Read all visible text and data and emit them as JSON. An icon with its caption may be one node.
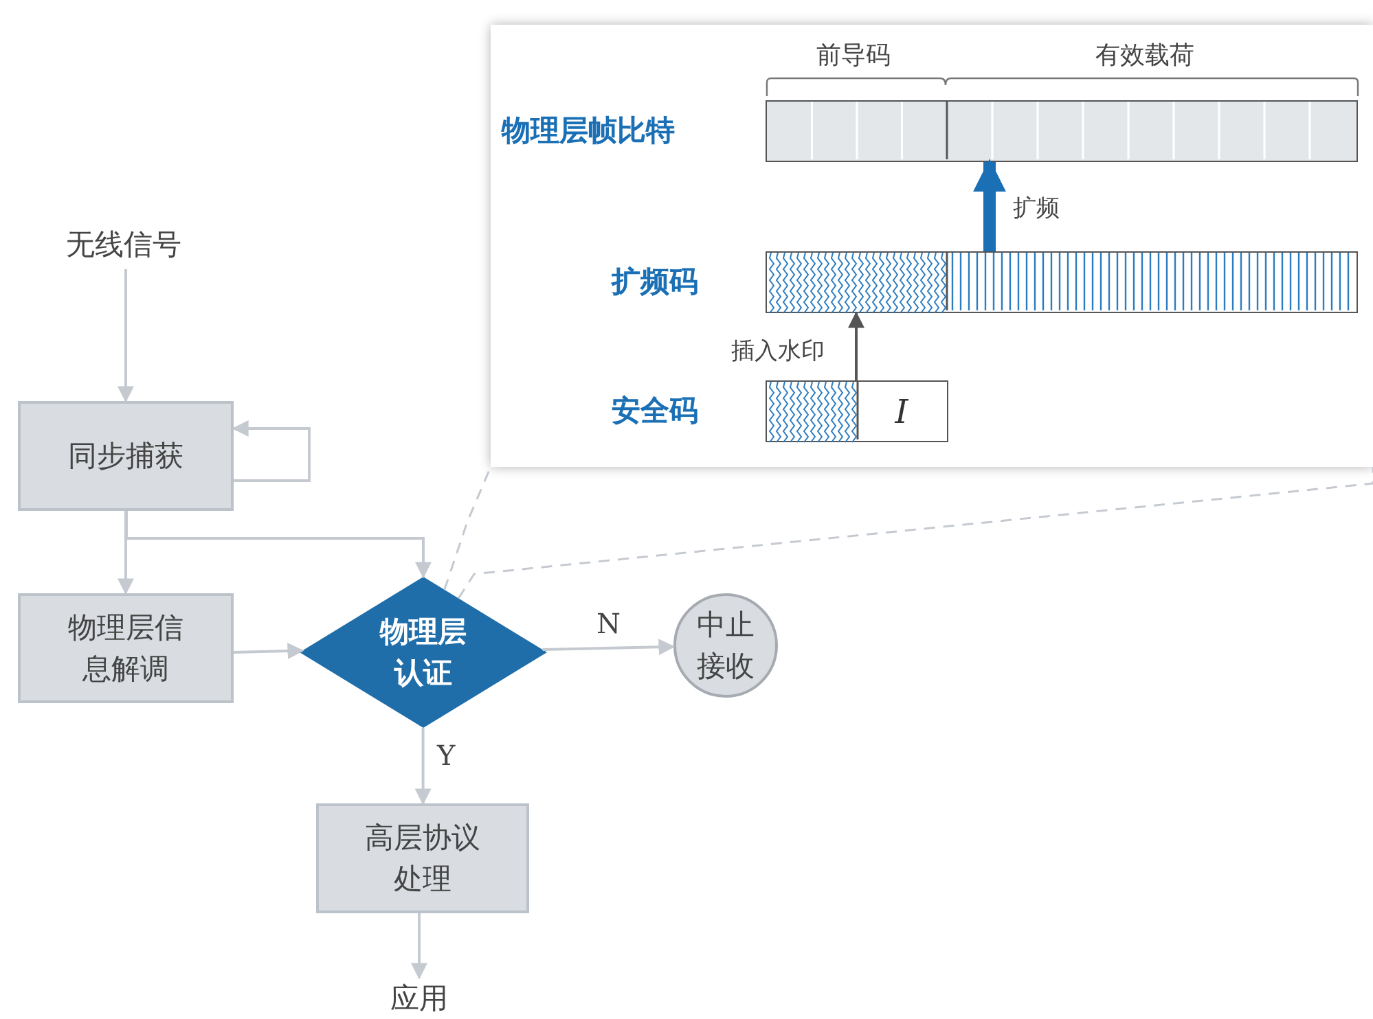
{
  "diagram": {
    "nodes": [
      {
        "text": [
          "无线信号"
        ]
      },
      {
        "text": [
          "同步捕获"
        ]
      },
      {
        "text": [
          "物理层信息解调"
        ]
      },
      {
        "text": [
          "物理层认证"
        ]
      },
      {
        "text": [
          "中止接收"
        ]
      },
      {
        "text": [
          "高层协议处理"
        ]
      },
      {
        "text": [
          "应用"
        ]
      },
      {
        "text": [],
        "shape": "box"
      },
      {
        "text": [],
        "shape": "bar",
        "in": 7,
        "beside": [
          "物理层帧比特"
        ]
      },
      {
        "text": [],
        "shape": "bar",
        "in": 7,
        "beside": [
          "扩频码"
        ]
      },
      {
        "text": [
          "I"
        ],
        "in": 7,
        "beside": [
          "安全码"
        ]
      }
    ],
    "edges": [
      {
        "from": 0,
        "to": 1,
        "arrow": "to"
      },
      {
        "from": 1,
        "to": 1,
        "arrow": "to"
      },
      {
        "from": 1,
        "to": 2,
        "arrow": "to"
      },
      {
        "from": 1,
        "to": 3,
        "arrow": "to"
      },
      {
        "from": 2,
        "to": 3,
        "arrow": "to"
      },
      {
        "from": 3,
        "to": 4,
        "arrow": "to",
        "label": "N"
      },
      {
        "from": 3,
        "to": 5,
        "arrow": "to",
        "label": "Y"
      },
      {
        "from": 5,
        "to": 6,
        "arrow": "to"
      },
      {
        "from": 9,
        "to": 8,
        "arrow": "to",
        "label": "扩频",
        "style": "thick",
        "color": "#1a6fb5"
      },
      {
        "from": 10,
        "to": 9,
        "arrow": "to",
        "label": "插入水印",
        "color": "#555555"
      },
      {
        "from": 3,
        "to": 7,
        "arrow": "none",
        "style": "dashed"
      },
      {
        "from": 3,
        "to": 7,
        "arrow": "none",
        "style": "dashed"
      }
    ],
    "labels": [
      "前导码",
      "有效载荷"
    ]
  }
}
